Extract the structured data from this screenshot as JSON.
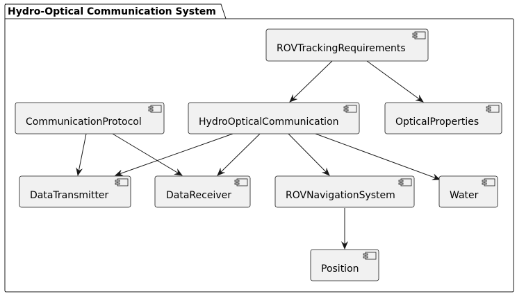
{
  "package": {
    "title": "Hydro-Optical Communication System"
  },
  "components": {
    "rov_tracking_requirements": "ROVTrackingRequirements",
    "communication_protocol": "CommunicationProtocol",
    "hydro_optical_communication": "HydroOpticalCommunication",
    "optical_properties": "OpticalProperties",
    "data_transmitter": "DataTransmitter",
    "data_receiver": "DataReceiver",
    "rov_navigation_system": "ROVNavigationSystem",
    "water": "Water",
    "position": "Position"
  },
  "icon": "component-icon",
  "colors": {
    "box_fill": "#F1F1F1",
    "line": "#181818"
  }
}
